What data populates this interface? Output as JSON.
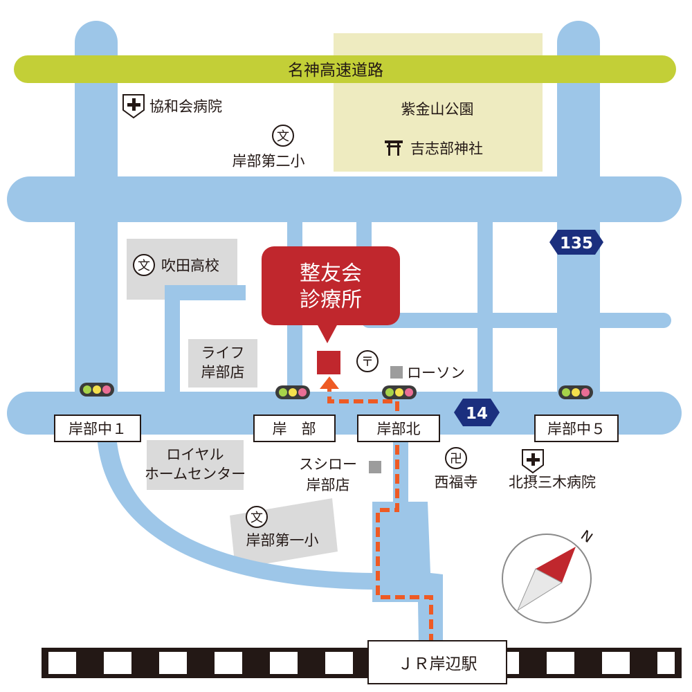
{
  "map": {
    "expressway": "名神高速道路",
    "park": "紫金山公園",
    "shrine": "吉志部神社",
    "destination": {
      "line1": "整友会",
      "line2": "診療所"
    },
    "route_numbers": {
      "north_south": "135",
      "east_west": "14"
    },
    "landmarks": {
      "kyowakai_hospital": "協和会病院",
      "kishibe_dai2": "岸部第二小",
      "suita_high": "吹田高校",
      "life_store_1": "ライフ",
      "life_store_2": "岸部店",
      "lawson": "ローソン",
      "royal_1": "ロイヤル",
      "royal_2": "ホームセンター",
      "sushiro_1": "スシロー",
      "sushiro_2": "岸部店",
      "saifukuji": "西福寺",
      "hokusetsu_hospital": "北摂三木病院",
      "kishibe_dai1": "岸部第一小"
    },
    "intersections": {
      "kishibe_naka1": "岸部中１",
      "kishibe": "岸　部",
      "kishibe_kita": "岸部北",
      "kishibe_naka5": "岸部中５"
    },
    "station": "ＪＲ岸辺駅",
    "compass": "N",
    "symbols": {
      "school": "文",
      "post": "〒",
      "temple": "卍"
    },
    "colors": {
      "road": "#9dc6e8",
      "expressway": "#c3cf37",
      "park": "#eeebc0",
      "destination": "#c0272d",
      "route_path": "#ee5a24",
      "route_badge": "#1b2f7e",
      "facility": "#dadada"
    }
  }
}
